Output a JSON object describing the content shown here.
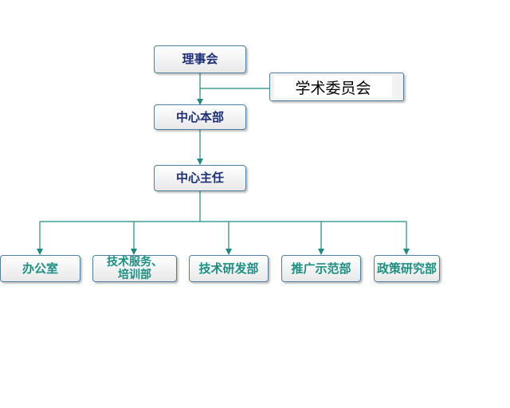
{
  "diagram": {
    "board": "理事会",
    "committee": "学术委员会",
    "headquarters": "中心本部",
    "director": "中心主任",
    "departments": [
      {
        "label": "办公室"
      },
      {
        "label": "技术服务、\n培训部"
      },
      {
        "label": "技术研发部"
      },
      {
        "label": "推广示范部"
      },
      {
        "label": "政策研究部"
      }
    ]
  },
  "colors": {
    "line": "#1f8a80",
    "top_text": "#1a2f78",
    "dept_text": "#1b8f82",
    "border": "#4f7f9e"
  }
}
